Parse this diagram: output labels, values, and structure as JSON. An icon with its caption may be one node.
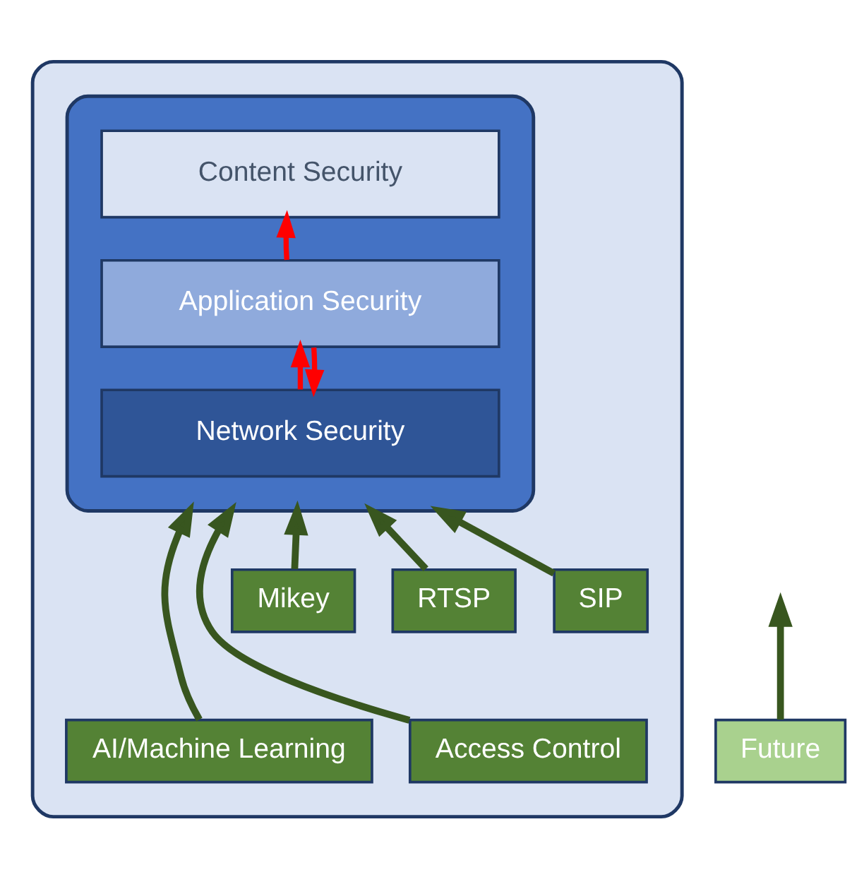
{
  "diagram": {
    "nodes": [
      {
        "text": [],
        "shape": "box"
      },
      {
        "text": [],
        "shape": "box",
        "in": 0
      },
      {
        "text": [
          "Content Security"
        ],
        "in": 1
      },
      {
        "text": [
          "Application Security"
        ],
        "in": 1
      },
      {
        "text": [
          "Network Security"
        ],
        "in": 1
      },
      {
        "text": [
          "SIP"
        ],
        "in": 0
      },
      {
        "text": [
          "RTSP"
        ],
        "in": 0
      },
      {
        "text": [
          "Mikey"
        ],
        "in": 0
      },
      {
        "text": [
          "Access Control"
        ],
        "in": 0
      },
      {
        "text": [
          "AI/Machine Learning"
        ],
        "in": 0
      },
      {
        "text": [
          "Future"
        ]
      }
    ],
    "edges": [
      {
        "from": 4,
        "to": 3,
        "arrow": "to",
        "color": "#ff0000"
      },
      {
        "from": 3,
        "to": 2,
        "arrow": "to",
        "color": "#ff0000"
      },
      {
        "from": 3,
        "to": 4,
        "arrow": "to",
        "color": "#ff0000"
      },
      {
        "from": 5,
        "to": 1,
        "arrow": "to"
      },
      {
        "from": 6,
        "to": 1,
        "arrow": "to"
      },
      {
        "from": 7,
        "to": 1,
        "arrow": "to"
      },
      {
        "from": 8,
        "to": 1,
        "arrow": "to"
      },
      {
        "from": 9,
        "to": 1,
        "arrow": "to"
      },
      {
        "from": 10,
        "to": null,
        "arrow": "to"
      }
    ]
  }
}
